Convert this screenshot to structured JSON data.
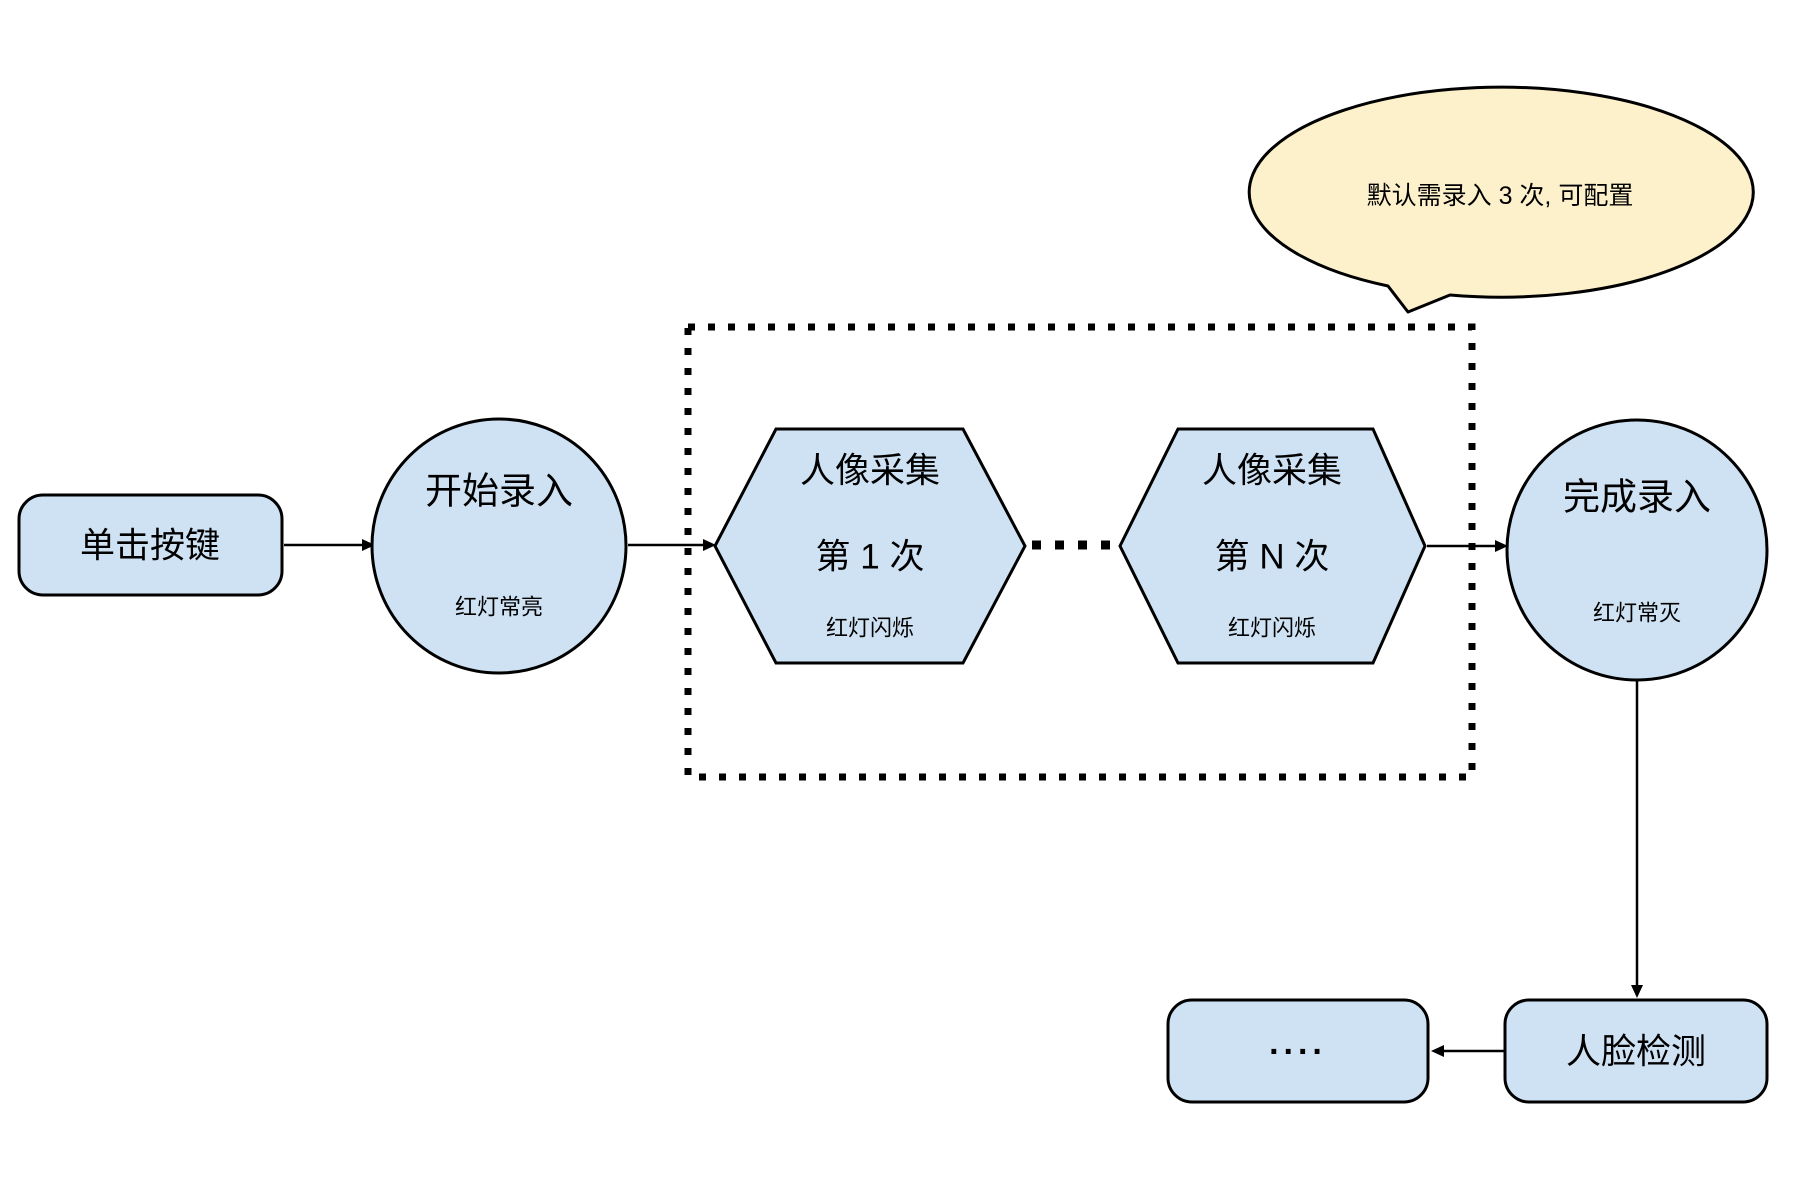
{
  "page": {
    "background": "#ffffff"
  },
  "diagram": {
    "colors": {
      "node_fill": "#cfe2f3",
      "node_stroke": "#000000",
      "callout_fill": "#fdf1cc",
      "callout_stroke": "#000000",
      "line_color": "#000000"
    },
    "callout": {
      "text": "默认需录入 3 次, 可配置"
    },
    "nodes": {
      "click_button": {
        "shape": "rounded-rect",
        "label": "单击按键"
      },
      "start_enroll": {
        "shape": "circle",
        "label": "开始录入",
        "sublabel": "红灯常亮"
      },
      "capture_first": {
        "shape": "hexagon",
        "title": "人像采集",
        "subtitle": "第 1 次",
        "sublabel": "红灯闪烁"
      },
      "capture_nth": {
        "shape": "hexagon",
        "title": "人像采集",
        "subtitle": "第 N 次",
        "sublabel": "红灯闪烁"
      },
      "finish_enroll": {
        "shape": "circle",
        "label": "完成录入",
        "sublabel": "红灯常灭"
      },
      "face_detection": {
        "shape": "rounded-rect",
        "label": "人脸检测"
      },
      "continuation": {
        "shape": "rounded-rect",
        "label": "...."
      }
    }
  }
}
